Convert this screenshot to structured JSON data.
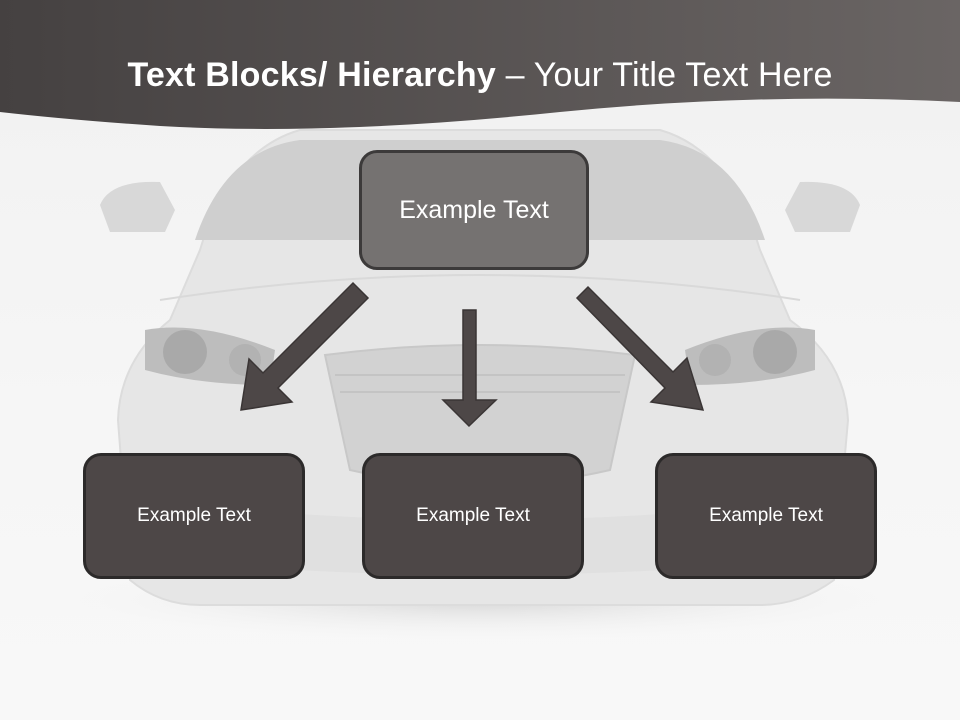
{
  "title": {
    "bold_part": "Text Blocks/ Hierarchy",
    "light_part": " – Your Title Text Here"
  },
  "top_box": {
    "label": "Example Text"
  },
  "child_boxes": [
    {
      "label": "Example Text"
    },
    {
      "label": "Example Text"
    },
    {
      "label": "Example Text"
    }
  ],
  "colors": {
    "banner": "#4a4646",
    "top_box_fill": "#757271",
    "child_box_fill": "#4d4747",
    "arrow_fill": "#4d4747",
    "text": "#ffffff"
  }
}
